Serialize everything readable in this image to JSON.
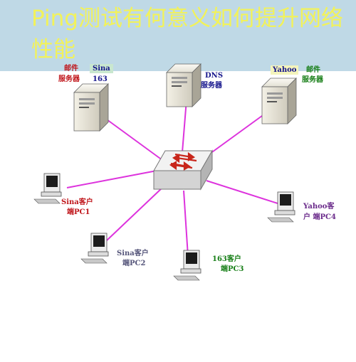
{
  "title": "Ping测试有何意义如何提升网络性能",
  "nodes": {
    "mail_server_left": {
      "line1a": "邮件",
      "line1b": "Sina",
      "line2a": "服务器",
      "line2b": "163"
    },
    "dns_server": {
      "line1": "DNS",
      "line2": "服务器"
    },
    "mail_server_right": {
      "line1a": "Yahoo",
      "line1b": "邮件",
      "line2": "服务器"
    },
    "pc1": {
      "line1": "Sina客户",
      "line2": "端PC1"
    },
    "pc2": {
      "line1": "Sina客户",
      "line2": "端PC2"
    },
    "pc3": {
      "line1": "163客户",
      "line2": "端PC3"
    },
    "pc4": {
      "line1": "Yahoo客",
      "line2": "户 端PC4"
    }
  },
  "colors": {
    "link": "#dd33dd",
    "banner": "#bfd9e6",
    "title": "#f2f25a"
  }
}
